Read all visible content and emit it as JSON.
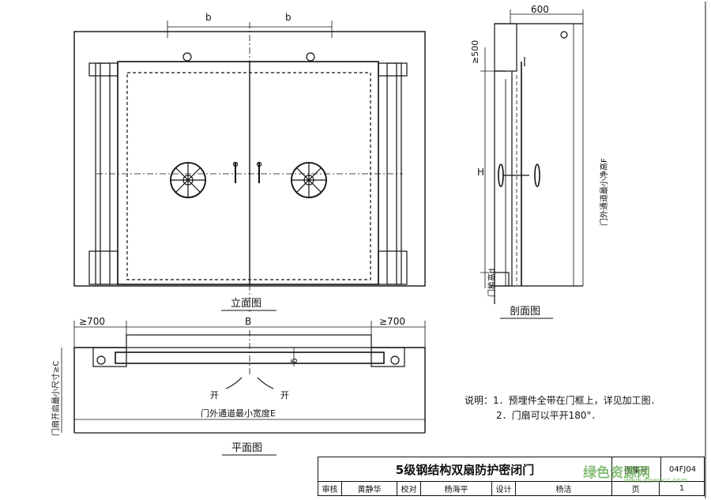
{
  "labels": {
    "dim_b_left": "b",
    "dim_b_right": "b",
    "dim_600": "600",
    "dim_ge500": "≥500",
    "dim_H": "H",
    "dim_F": "门外通道最小净高F",
    "dim_d": "门槛高d",
    "dim_ge700_left": "≥700",
    "dim_ge700_right": "≥700",
    "dim_B": "B",
    "dim_delta": "δ",
    "dim_C": "门扇开启最小尺寸≥C",
    "open_left": "开",
    "open_right": "开",
    "dim_E": "门外通道最小宽度E"
  },
  "captions": {
    "elevation": "立面图",
    "section": "剖面图",
    "plan": "平面图"
  },
  "notes": {
    "lead": "说明：",
    "line1": "1．预埋件全带在门框上，详见加工图．",
    "line2": "2．门扇可以平开180°．"
  },
  "title_block": {
    "title": "5级钢结构双扇防护密闭门",
    "code_label": "图集号",
    "code_value": "04FJ04",
    "reviewer_label": "审核",
    "reviewer": "黄静华",
    "checker_label": "校对",
    "checker": "杨海平",
    "designer_label": "设计",
    "designer": "杨洁",
    "page_label": "页",
    "page_value": "1"
  },
  "watermark": {
    "text": "绿色资源网",
    "url": "www.downcc.com"
  }
}
